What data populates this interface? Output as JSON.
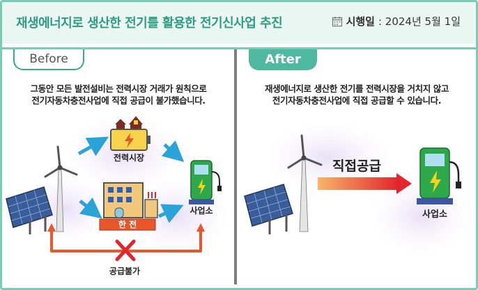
{
  "header": {
    "title": "재생에너지로 생산한 전기를 활용한 전기신사업 추진",
    "date_label": "시행일",
    "date_value": ": 2024년 5월 1일"
  },
  "before": {
    "tab": "Before",
    "line1": "그동안 모든 발전설비는 전력시장 거래가 원칙으로",
    "line2": "전기자동차충전사업에 직접 공급이 불가했습니다.",
    "market_label": "전력시장",
    "kepco_label": "한 전",
    "business_label": "사업소",
    "blocked_label": "공급불가"
  },
  "after": {
    "tab": "After",
    "line1": "재생에너지로 생산한 전기를 전력시장을 거치지 않고",
    "line2": "전기자동차충전사업에 직접 공급할 수 있습니다.",
    "direct_label": "직접공급",
    "business_label": "사업소"
  },
  "colors": {
    "accent": "#4fb8a1",
    "title": "#2e9b82",
    "arrow_blue": "#2aa3d8",
    "arrow_orange": "#e8562a",
    "charger_green": "#2da84a",
    "cross_red": "#e3262c"
  }
}
